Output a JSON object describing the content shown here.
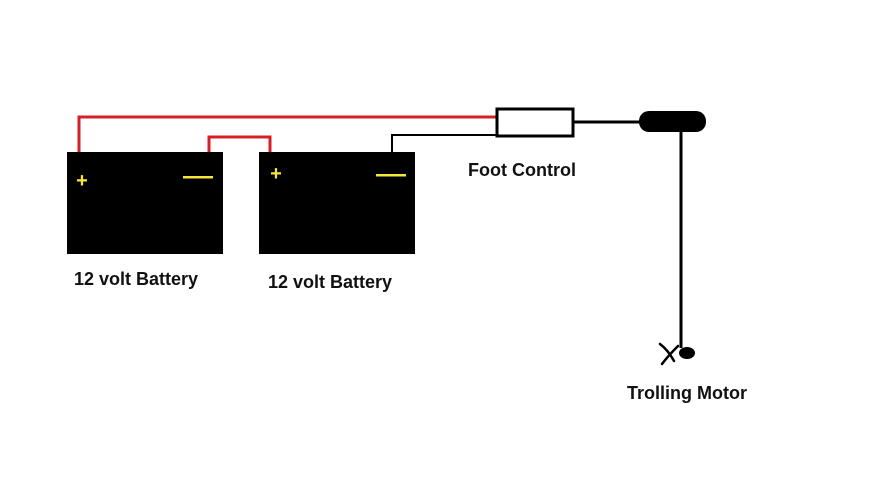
{
  "colors": {
    "background": "#ffffff",
    "battery_fill": "#000000",
    "positive_wire": "#d62027",
    "negative_wire": "#000000",
    "positive_sign": "#f5e63c",
    "negative_sign": "#f5e63c",
    "label_text": "#111111"
  },
  "batteries": [
    {
      "label": "12 volt Battery",
      "positive_symbol": "+",
      "negative_symbol": "—"
    },
    {
      "label": "12 volt Battery",
      "positive_symbol": "+",
      "negative_symbol": "—"
    }
  ],
  "foot_control": {
    "label": "Foot Control"
  },
  "trolling_motor": {
    "label": "Trolling Motor"
  },
  "icons": {
    "propeller": "propeller-icon"
  }
}
